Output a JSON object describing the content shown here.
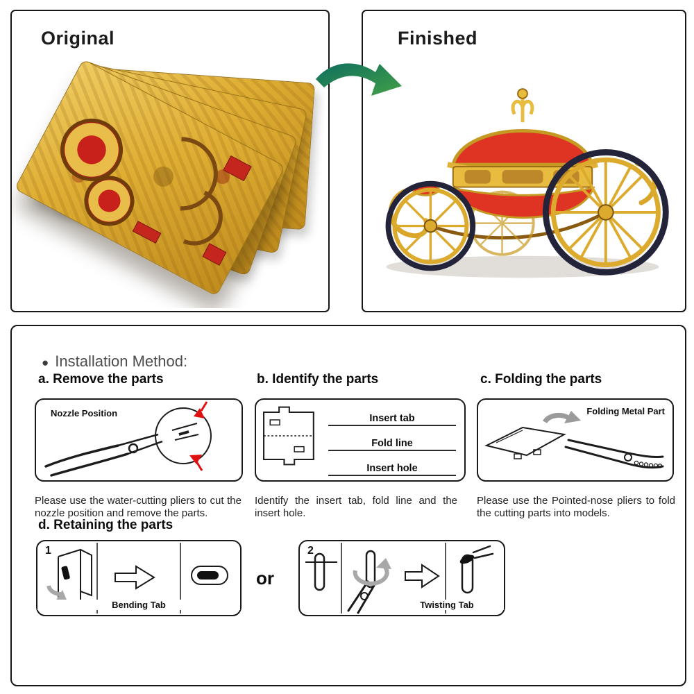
{
  "panels": {
    "original": {
      "title": "Original"
    },
    "finished": {
      "title": "Finished"
    }
  },
  "installation": {
    "bullet": "●",
    "heading": "Installation Method:",
    "sections": {
      "a": {
        "title": "a. Remove the parts",
        "diagram_label": "Nozzle Position",
        "description": "Please use the water-cutting pliers to cut the nozzle position and remove the parts."
      },
      "b": {
        "title": "b. Identify the parts",
        "labels": [
          "Insert tab",
          "Fold line",
          "Insert hole"
        ],
        "description": "Identify the insert tab, fold line and the insert hole."
      },
      "c": {
        "title": "c. Folding the parts",
        "diagram_label": "Folding Metal Part",
        "description": "Please use the Pointed-nose pliers to fold the cutting parts into models."
      },
      "d": {
        "title": "d. Retaining the parts",
        "connector": "or",
        "steps": [
          {
            "number": "1",
            "label": "Bending Tab"
          },
          {
            "number": "2",
            "label": "Twisting Tab"
          }
        ]
      }
    }
  },
  "colors": {
    "accent_red": "#d22a1e",
    "gold": "#d9a62a",
    "dark_rim": "#23233a",
    "arrow_teal": "#0e6e5e",
    "arrow_green": "#43a047",
    "gray_arrow": "#9b9b9b"
  }
}
